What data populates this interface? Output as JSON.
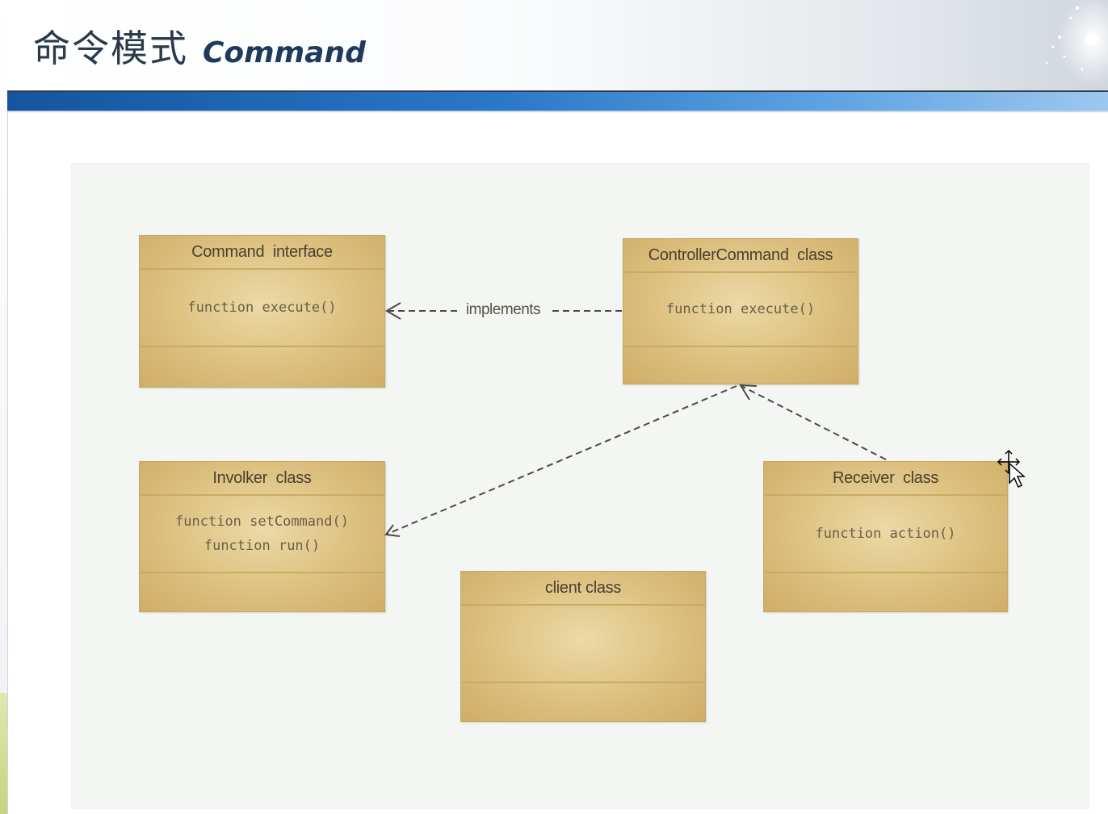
{
  "header": {
    "title_cn": "命令模式",
    "title_en": "Command"
  },
  "diagram": {
    "classes": [
      {
        "id": "command-interface",
        "name": "Command  interface",
        "methods": [
          "function execute()"
        ]
      },
      {
        "id": "controller-command",
        "name": "ControllerCommand  class",
        "methods": [
          "function execute()"
        ]
      },
      {
        "id": "invoker",
        "name": "Involker  class",
        "methods": [
          "function setCommand()",
          "function run()"
        ]
      },
      {
        "id": "receiver",
        "name": "Receiver  class",
        "methods": [
          "function action()"
        ]
      },
      {
        "id": "client",
        "name": "client class",
        "methods": []
      }
    ],
    "relations": [
      {
        "from": "controller-command",
        "to": "command-interface",
        "label": "implements",
        "style": "dashed"
      },
      {
        "from": "controller-command",
        "to": "invoker",
        "label": "",
        "style": "dashed"
      },
      {
        "from": "receiver",
        "to": "controller-command",
        "label": "",
        "style": "dashed"
      }
    ]
  },
  "colors": {
    "class_fill": "#dcc07f",
    "class_border": "#c7a864",
    "header_text": "#1e3a5c",
    "accent_bar": "#2a78c8"
  }
}
